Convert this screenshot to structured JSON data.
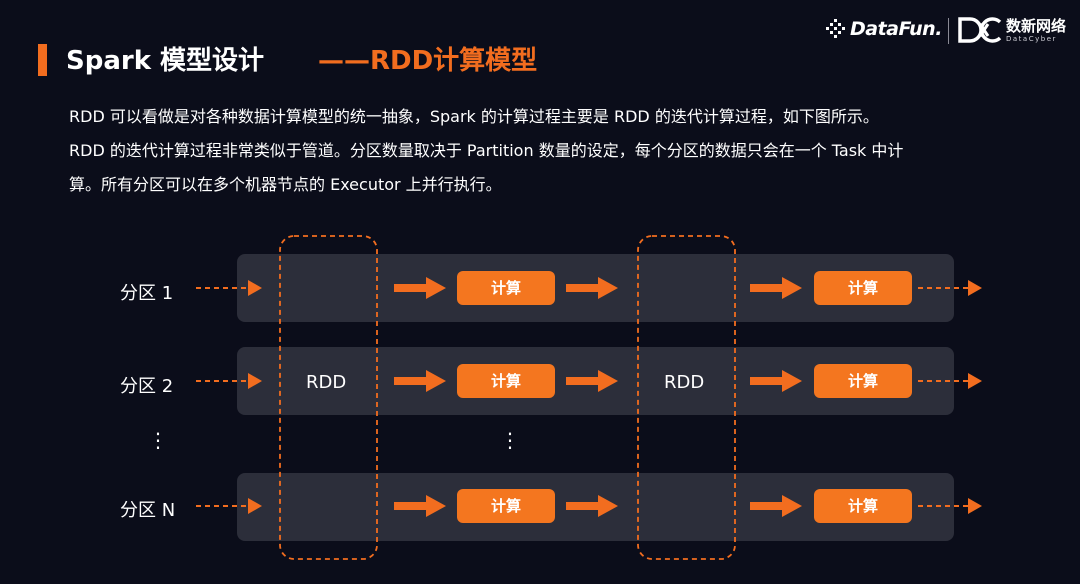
{
  "header": {
    "title_main": "Spark 模型设计",
    "title_sub": "——RDD计算模型",
    "logo_datafun": "DataFun.",
    "logo_cn": "数新网络",
    "logo_en": "DataCyber"
  },
  "description": {
    "line1": "RDD 可以看做是对各种数据计算模型的统一抽象，Spark 的计算过程主要是 RDD 的迭代计算过程，如下图所示。",
    "line2": "RDD 的迭代计算过程非常类似于管道。分区数量取决于 Partition 数量的设定，每个分区的数据只会在一个 Task 中计",
    "line3": "算。所有分区可以在多个机器节点的 Executor 上并行执行。"
  },
  "diagram": {
    "rows": [
      {
        "label": "分区 1"
      },
      {
        "label": "分区 2"
      },
      {
        "label": "分区 N"
      }
    ],
    "compute_label": "计算",
    "rdd_label": "RDD",
    "ellipsis": "⋮"
  },
  "colors": {
    "accent": "#f26d1f",
    "compute_fill": "#f4761f",
    "band": "#2c2e3a",
    "background": "#0b0d1a"
  }
}
